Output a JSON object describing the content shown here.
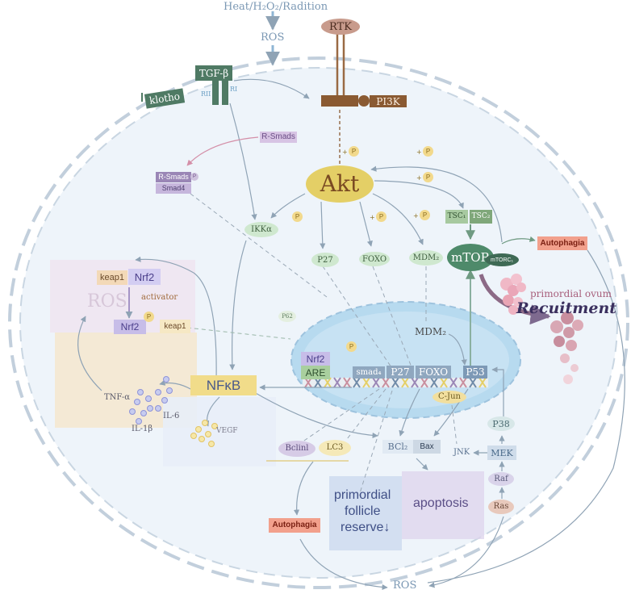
{
  "labels": {
    "stress": "Heat/H₂O₂/Radition",
    "ros_top": "ROS",
    "rtk": "RTK",
    "pi3k": "PI3K",
    "klotho": "klotho",
    "tgfb": "TGF-β",
    "rii": "RII",
    "ri": "RI",
    "r_smads": "R-Smads",
    "r_smads2": "R-Smads",
    "p_small": "P",
    "smad4": "Smad4",
    "akt": "Akt",
    "p": "P",
    "ikka": "IKKα",
    "p27": "P27",
    "foxo": "FOXO",
    "mdm2": "MDM₂",
    "tsc1": "TSC₁",
    "tsc2": "TSC₂",
    "mtor": "mTOR",
    "mtorc1": "mTORC₁",
    "autophagia": "Autophagia",
    "primordial_ovum": "primordial ovum",
    "recruitment": "Recuitment",
    "keap1": "keap1",
    "nrf2": "Nrf2",
    "ros_left": "ROS",
    "activator": "activator",
    "nrf2_b": "Nrf2",
    "keap1_b": "keap1",
    "p62": "P62",
    "mdm2_nuc": "MDM₂",
    "nrf2_nuc": "Nrf2",
    "are": "ARE",
    "smad_nuc": "smad₄",
    "p27_nuc": "P27",
    "foxo_nuc": "FOXO",
    "p53": "P53",
    "cjun": "C-Jun",
    "nfkb": "NFκB",
    "tnfa": "TNF-α",
    "il6": "IL-6",
    "il1b": "IL-1β",
    "vegf": "VEGF",
    "bclinl": "Bclinl",
    "lc3": "LC3",
    "bcl": "BCl₂",
    "bax": "Bax",
    "jnk": "JNK",
    "p38": "P38",
    "mek": "MEK",
    "raf": "Raf",
    "ras": "Ras",
    "reserve_1": "primordial",
    "reserve_2": "follicle",
    "reserve_3": "reserve↓",
    "apoptosis": "apoptosis",
    "autophagia_b": "Autophagia",
    "ros_bottom": "ROS"
  },
  "colors": {
    "cell_membrane": "#b9c8d8",
    "cytoplasm": "#eef4fa",
    "nucleus": "#b4d8ee",
    "rtk": "#c49a8a",
    "pi3k": "#8a5a32",
    "akt": "#e4cf66",
    "tgf": "#4f7a64",
    "smad": "#9d86b8",
    "mapk": "#b9cfe3",
    "autophagia": "#f2a08c",
    "nfkb": "#f1dc8a",
    "oocyte": "#c98e9e"
  }
}
